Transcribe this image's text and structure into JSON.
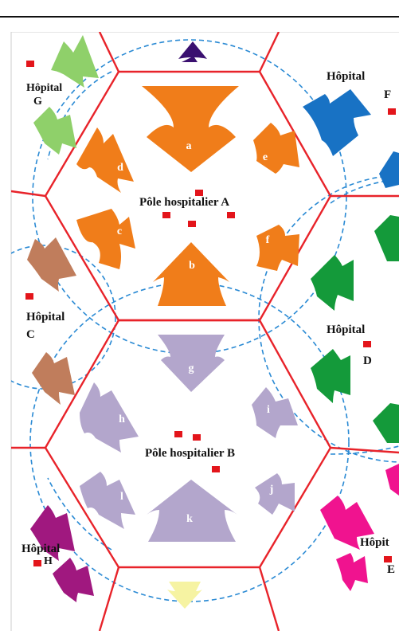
{
  "colors": {
    "hex_edge": "#e8232a",
    "dashed_circle": "#2a8ad4",
    "marker": "#e3151b",
    "pole_a_shapes": "#f07d1a",
    "pole_b_shapes": "#b3a6cc",
    "hospital_g": "#8fd06a",
    "hospital_f": "#1872c4",
    "hospital_c": "#c07d5c",
    "hospital_d": "#149a3a",
    "hospital_e": "#f0138f",
    "hospital_h": "#a0187f",
    "top_arrow": "#3a1070",
    "bottom_arrow": "#f6f3a2"
  },
  "labels": {
    "pole_a": "Pôle hospitalier A",
    "pole_b": "Pôle hospitalier B",
    "hospital_word": "Hôpital",
    "hospital_word_truncated": "Hôpit",
    "letter_g": "G",
    "letter_f": "F",
    "letter_c": "C",
    "letter_d": "D",
    "letter_e": "E",
    "letter_h": "H"
  },
  "shapes": {
    "a": "a",
    "b": "b",
    "c": "c",
    "d": "d",
    "e": "e",
    "f": "f",
    "g": "g",
    "h": "h",
    "i": "i",
    "j": "j",
    "k": "k",
    "l": "l"
  }
}
